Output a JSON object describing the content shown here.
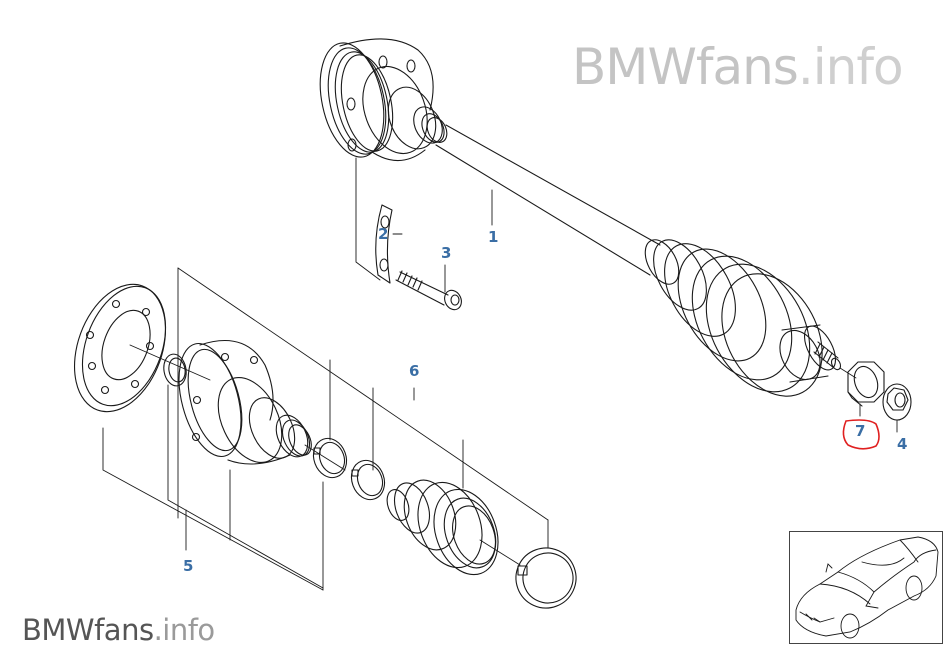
{
  "watermark": {
    "top": {
      "brand": "BMWfans",
      "suffix": ".info"
    },
    "bottom": {
      "brand": "BMWfans",
      "suffix": ".info"
    }
  },
  "diagram": {
    "title": "Drive shaft exploded parts diagram",
    "callouts": [
      {
        "id": "1",
        "label": "1",
        "part": "drive-shaft"
      },
      {
        "id": "2",
        "label": "2",
        "part": "securing-plate"
      },
      {
        "id": "3",
        "label": "3",
        "part": "socket-head-bolt"
      },
      {
        "id": "4",
        "label": "4",
        "part": "collar-nut"
      },
      {
        "id": "5",
        "label": "5",
        "part": "cv-joint-repair-kit"
      },
      {
        "id": "6",
        "label": "6",
        "part": "boot-repair-kit"
      },
      {
        "id": "7",
        "label": "7",
        "part": "lock-nut",
        "highlighted": true
      }
    ],
    "highlight_color": "#e02020",
    "callout_color": "#3a6ea5",
    "thumbnail": {
      "caption": "Vehicle overview"
    }
  }
}
